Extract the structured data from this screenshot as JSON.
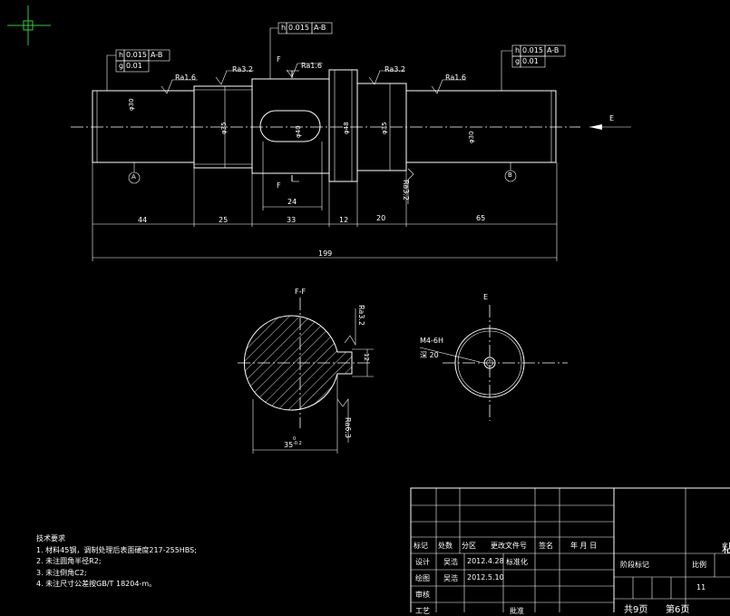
{
  "drawing": {
    "tolerances": {
      "left": {
        "runout_value": "0.015",
        "runout_datum": "A-B",
        "cyl_value": "0.01"
      },
      "top": {
        "runout_value": "0.015",
        "runout_datum": "A-B"
      },
      "right": {
        "runout_value": "0.015",
        "runout_datum": "A-B",
        "cyl_value": "0.01"
      },
      "runout_symbol": "h",
      "cyl_symbol": "g"
    },
    "roughness": {
      "ra16_a": "Ra1.6",
      "ra32_a": "Ra3.2",
      "ra16_b": "Ra1.6",
      "ra32_b": "Ra3.2",
      "ra16_c": "Ra1.6",
      "ra32_side": "Ra3.2",
      "ra32_section": "Ra3.2",
      "ra63_section": "Ra6.3"
    },
    "section_mark_F": "F",
    "datum_A": "A",
    "datum_B": "B",
    "view_E": "E",
    "diameters": {
      "d1": "φ30",
      "d2": "φ35",
      "d3": "φ40",
      "d4": "φ48",
      "d5": "φ35",
      "d6": "φ30"
    },
    "dims": {
      "keyway": "24",
      "seg1": "44",
      "seg2": "25",
      "seg3": "33",
      "seg4": "12",
      "seg5": "20",
      "seg6": "65",
      "total": "199"
    },
    "section": {
      "title": "F-F",
      "key_depth": "12",
      "dia": "35",
      "dia_tol": "0\n-0.2"
    },
    "end_view": {
      "thread": "M4-6H",
      "depth": "深 20"
    }
  },
  "notes": {
    "title": "技术要求",
    "items": [
      "1. 材料45钢，调制处理后表面硬度217-255HBS;",
      "2. 未注圆角半径R2;",
      "3. 未注倒角C2;",
      "4. 未注尺寸公差按GB/T 18204-m。"
    ]
  },
  "title_block": {
    "h_mark": "标记",
    "h_count": "处数",
    "h_zone": "分区",
    "h_doc": "更改文件号",
    "h_sign": "签名",
    "h_date": "年 月 日",
    "design": "设计",
    "designer": "吴浩",
    "design_date": "2012.4.28",
    "std": "标准化",
    "draw": "绘图",
    "drawer": "吴浩",
    "draw_date": "2012.5.10",
    "check": "审核",
    "craft": "工艺",
    "approve": "批准",
    "stage": "阶段标记",
    "scale": "比例",
    "scale_val": "11",
    "pages": "共9页",
    "page_no": "第6页",
    "right_mark": "粘"
  }
}
